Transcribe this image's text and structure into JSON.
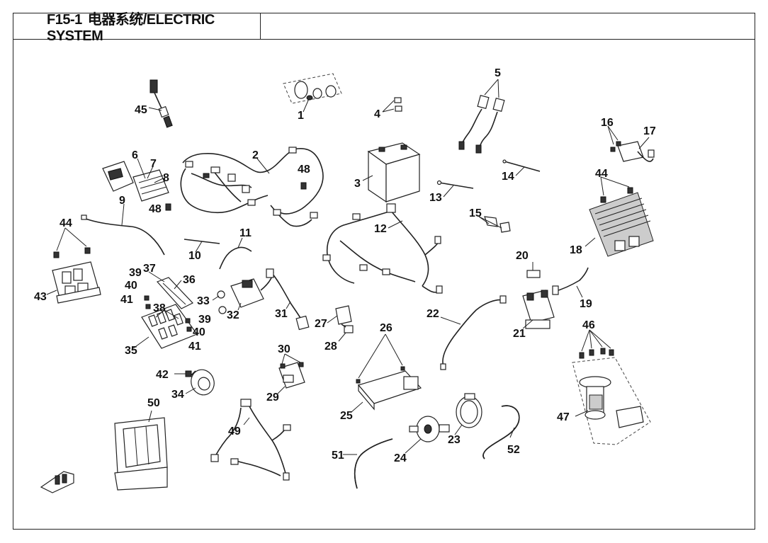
{
  "title": {
    "code": "F15-1",
    "name": "电器系统/ELECTRIC SYSTEM"
  },
  "callouts": [
    "1",
    "2",
    "3",
    "4",
    "5",
    "6",
    "7",
    "8",
    "9",
    "10",
    "11",
    "12",
    "13",
    "14",
    "15",
    "16",
    "17",
    "18",
    "19",
    "20",
    "21",
    "22",
    "23",
    "24",
    "25",
    "26",
    "27",
    "28",
    "29",
    "30",
    "31",
    "32",
    "33",
    "34",
    "35",
    "36",
    "37",
    "38",
    "39",
    "40",
    "41",
    "42",
    "43",
    "44",
    "45",
    "46",
    "47",
    "48",
    "49",
    "50",
    "51",
    "52",
    "44",
    "48",
    "39",
    "40",
    "41"
  ],
  "parts": [
    "ignition-switch",
    "wire-harness",
    "battery",
    "battery-bolt",
    "brake-switch",
    "switch-6",
    "switch-7",
    "switch-8",
    "wire-9",
    "strap-10",
    "wire-11",
    "sub-harness-12",
    "strap-13",
    "strap-14",
    "clip-15",
    "screw-16",
    "sensor-17",
    "regulator-18",
    "cable-19",
    "cap-20",
    "starter-relay-21",
    "cable-22",
    "clamp-23",
    "fuel-filter-24",
    "ecu-25",
    "screw-26",
    "relay-27",
    "socket-28",
    "bracket-29",
    "screw-30",
    "spark-plug-cap-31",
    "ignition-coil-32",
    "bolt-33",
    "horn-34",
    "fuse-box-35",
    "fuse-cover-36",
    "label-37",
    "fuse-38",
    "screw-39",
    "washer-40",
    "nut-41",
    "bolt-42",
    "relay-bracket-43",
    "bolt-44",
    "o2-sensor-45",
    "screw-46",
    "fuel-pump-47",
    "screw-48",
    "harness-49",
    "battery-holder-50",
    "fuel-hose-51",
    "fuel-hose-52"
  ],
  "colors": {
    "line": "#222222",
    "background": "#ffffff"
  }
}
